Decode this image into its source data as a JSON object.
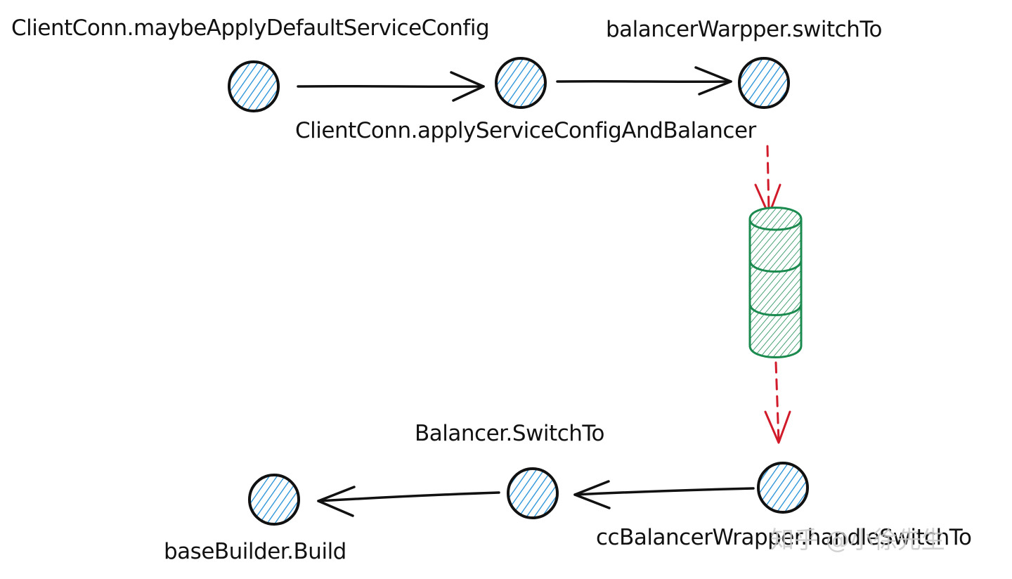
{
  "colors": {
    "node_hatch": "#1f8fd8",
    "node_stroke": "#111111",
    "arrow": "#111111",
    "dashed_arrow": "#d11a2a",
    "queue": "#1a8a4f",
    "watermark": "#c9c9c9"
  },
  "nodes": [
    {
      "label": "ClientConn.maybeApplyDefaultServiceConfig"
    },
    {
      "label": "ClientConn.applyServiceConfigAndBalancer"
    },
    {
      "label": "balancerWarpper.switchTo"
    },
    {
      "label": "ccBalancerWrapper.handleSwitchTo"
    },
    {
      "label": "Balancer.SwitchTo"
    },
    {
      "label": "baseBuilder.Build"
    }
  ],
  "watermark": "知乎 @小徐先生"
}
